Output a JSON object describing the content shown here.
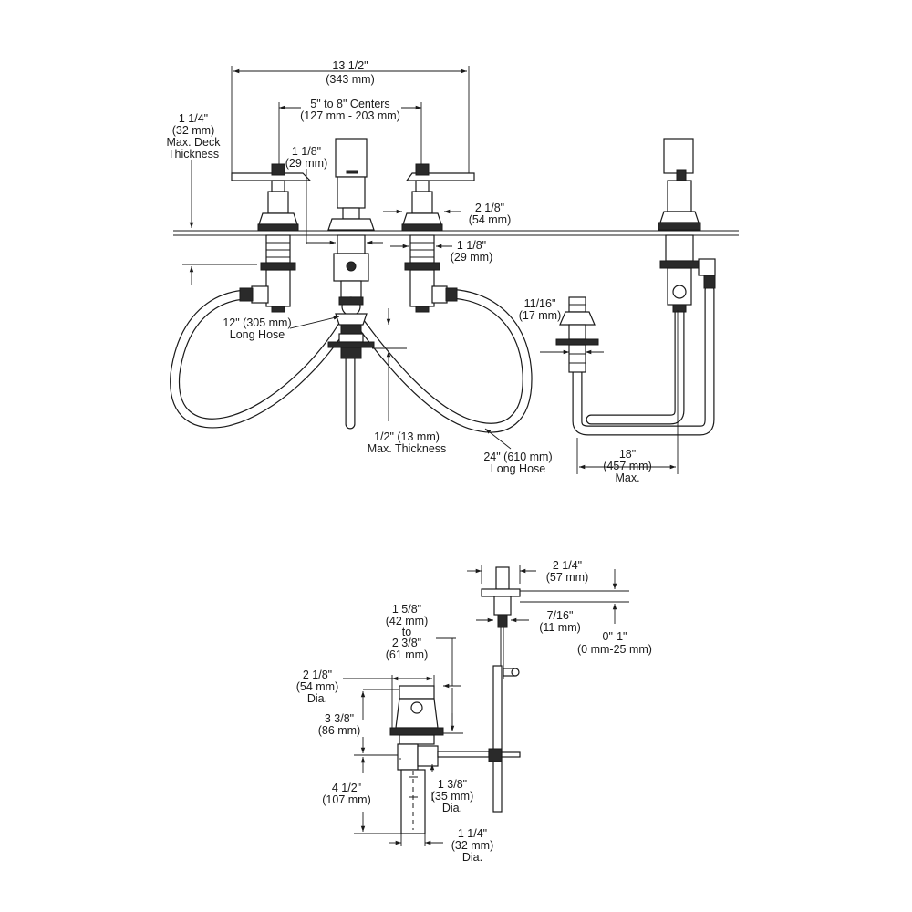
{
  "colors": {
    "ink": "#1a1a1a",
    "paper": "#ffffff"
  },
  "top_view": {
    "overall_width": {
      "imperial": "13 1/2\"",
      "metric": "(343 mm)"
    },
    "centers": {
      "imperial": "5\" to 8\" Centers",
      "metric": "(127 mm - 203 mm)"
    },
    "deck_thickness": {
      "imperial": "1 1/4\"",
      "metric": "(32 mm)",
      "line1": "Max. Deck",
      "line2": "Thickness"
    },
    "spout_shank": {
      "imperial": "1 1/8\"",
      "metric": "(29 mm)"
    },
    "handle_flange": {
      "imperial": "2 1/8\"",
      "metric": "(54 mm)"
    },
    "handle_shank": {
      "imperial": "1 1/8\"",
      "metric": "(29 mm)"
    },
    "short_hose": {
      "line1": "12\" (305 mm)",
      "line2": "Long Hose"
    },
    "long_hose": {
      "line1": "24\" (610 mm)",
      "line2": "Long Hose"
    },
    "max_thickness": {
      "imperial": "1/2\" (13 mm)",
      "label": "Max. Thickness"
    },
    "nut": {
      "imperial": "11/16\"",
      "metric": "(17 mm)"
    },
    "reach": {
      "imperial": "18\"",
      "metric": "(457 mm)",
      "label": "Max."
    }
  },
  "drain_view": {
    "knob": {
      "imperial": "2 1/4\"",
      "metric": "(57 mm)"
    },
    "rod": {
      "imperial": "7/16\"",
      "metric": "(11 mm)"
    },
    "rod_adjust": {
      "imperial": "0\"-1\"",
      "metric": "(0 mm-25 mm)"
    },
    "drain_height": {
      "imperial": "1 5/8\"",
      "metric": "(42 mm)",
      "to": "to",
      "imperial2": "2 3/8\"",
      "metric2": "(61 mm)"
    },
    "flange_dia": {
      "imperial": "2 1/8\"",
      "metric": "(54 mm)",
      "label": "Dia."
    },
    "body_height": {
      "imperial": "3 3/8\"",
      "metric": "(86 mm)"
    },
    "tailpiece_length": {
      "imperial": "4 1/2\"",
      "metric": "(107 mm)"
    },
    "pivot_dia": {
      "imperial": "1 3/8\"",
      "metric": "(35 mm)",
      "label": "Dia."
    },
    "tailpiece_dia": {
      "imperial": "1 1/4\"",
      "metric": "(32 mm)",
      "label": "Dia."
    }
  }
}
